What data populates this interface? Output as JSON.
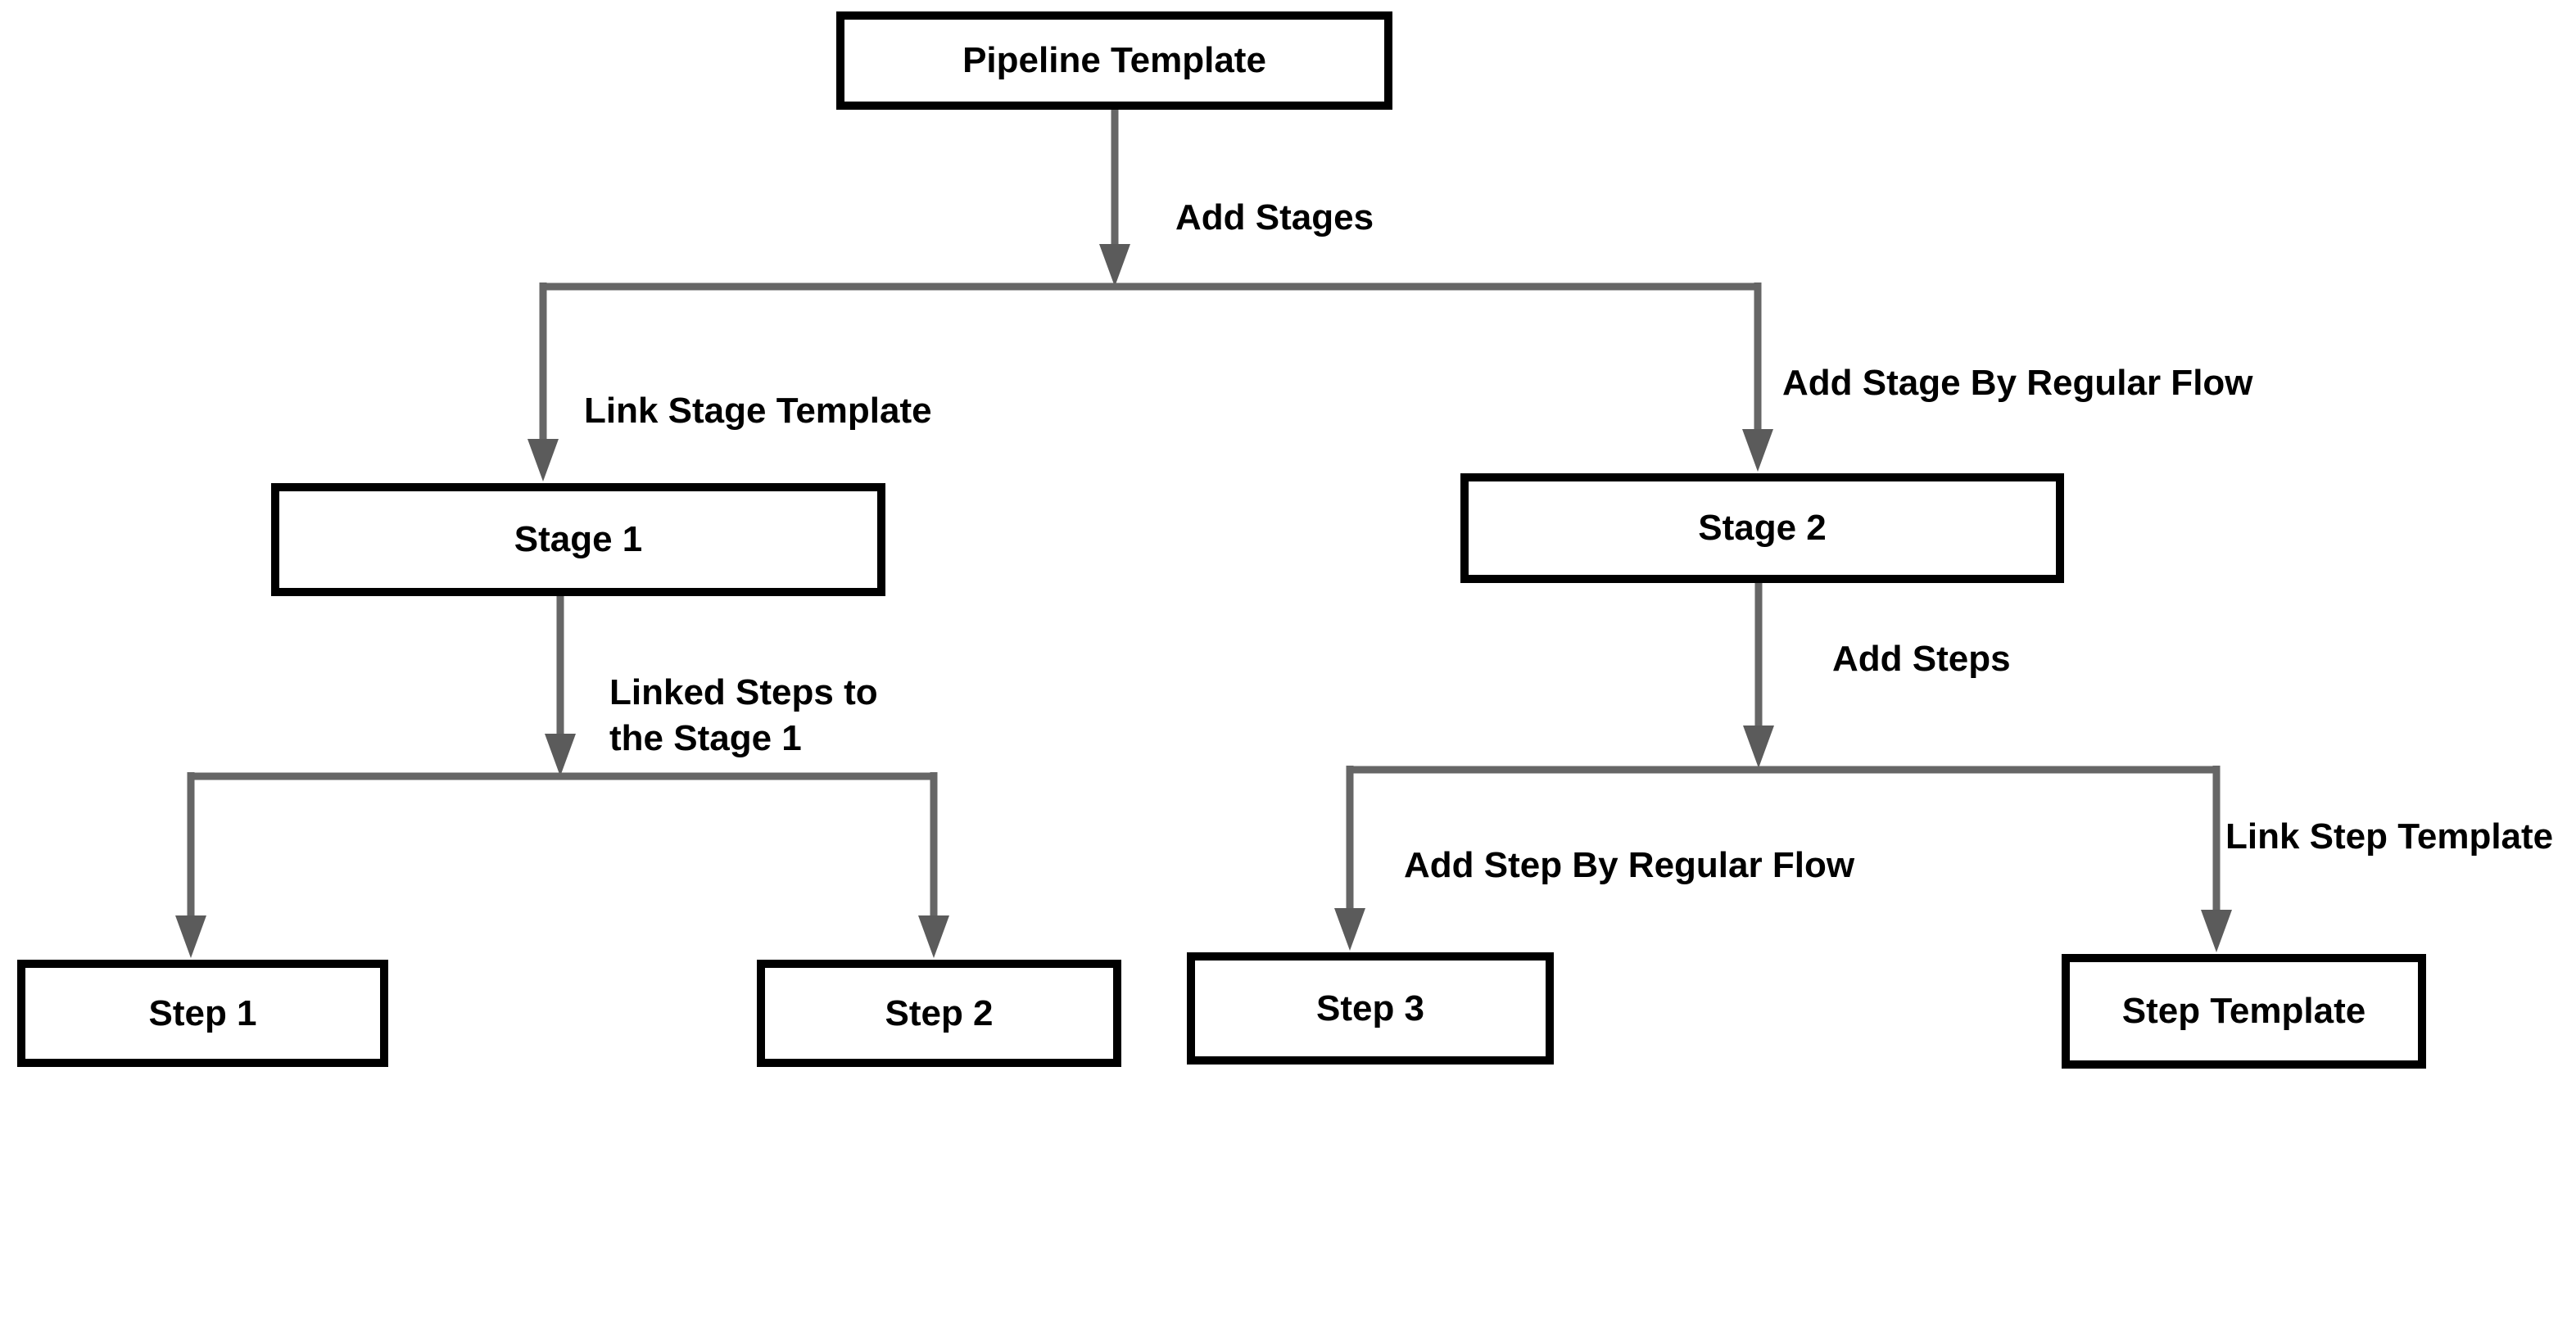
{
  "diagram": {
    "colors": {
      "line": "#666666",
      "arrow": "#5b5b5b",
      "border": "#000000",
      "node_fill": "#ffffff",
      "text": "#000000",
      "background": "#ffffff"
    },
    "nodes": {
      "pipeline_template": {
        "label": "Pipeline Template"
      },
      "stage_1": {
        "label": "Stage 1"
      },
      "stage_2": {
        "label": "Stage 2"
      },
      "step_1": {
        "label": "Step 1"
      },
      "step_2": {
        "label": "Step 2"
      },
      "step_3": {
        "label": "Step 3"
      },
      "step_template": {
        "label": "Step Template"
      }
    },
    "edges": {
      "add_stages": {
        "from": "pipeline_template",
        "label": "Add Stages"
      },
      "link_stage_template": {
        "to": "stage_1",
        "label": "Link Stage Template"
      },
      "add_stage_by_regular_flow": {
        "to": "stage_2",
        "label": "Add Stage By Regular Flow"
      },
      "linked_steps_to_stage_1": {
        "from": "stage_1",
        "lines": [
          "Linked Steps to",
          "the Stage 1"
        ]
      },
      "add_steps": {
        "from": "stage_2",
        "label": "Add Steps"
      },
      "add_step_by_regular_flow": {
        "to": "step_3",
        "label": "Add Step By Regular Flow"
      },
      "link_step_template": {
        "to": "step_template",
        "label": "Link Step Template"
      }
    }
  }
}
